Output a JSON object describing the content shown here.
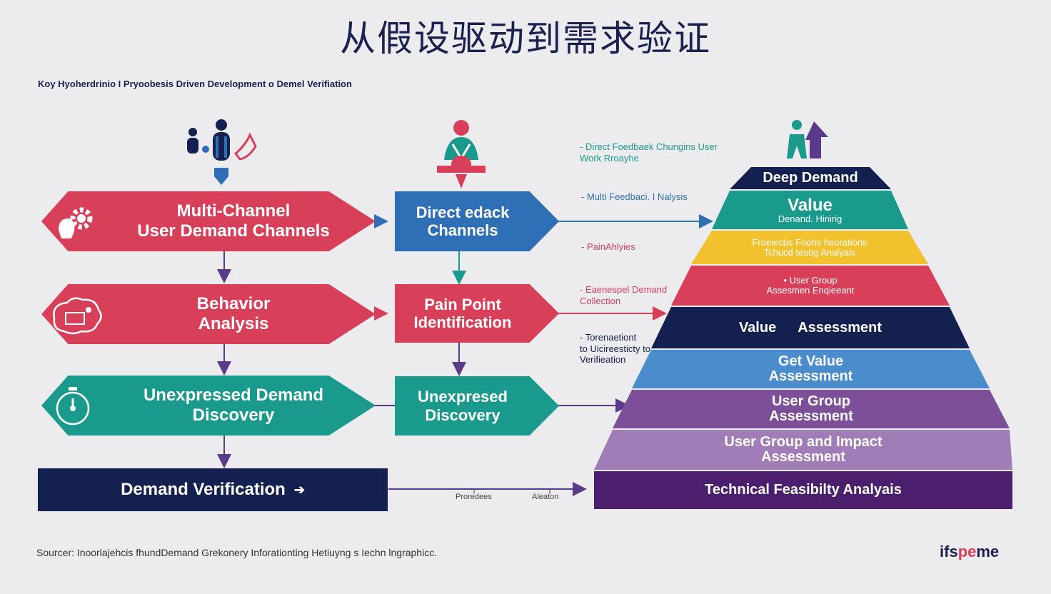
{
  "title": "从假设驱动到需求验证",
  "subtitle": "Koy Hyoherdrinio I Pryoobesis Driven Development o Demel Verifiation",
  "left_column": {
    "box1": {
      "line1": "Multi-Channel",
      "line2": "User Demand Channels"
    },
    "box2": {
      "line1": "Behavior",
      "line2": "Analysis"
    },
    "box3": {
      "line1": "Unexpressed Demand",
      "line2": "Discovery"
    },
    "box4": {
      "label": "Demand Verification",
      "arrow": "➔"
    }
  },
  "middle_column": {
    "box1": {
      "line1": "Direct edack",
      "line2": "Channels"
    },
    "box2": {
      "line1": "Pain Point",
      "line2": "Identification"
    },
    "box3": {
      "line1": "Unexpresed",
      "line2": "Discovery"
    }
  },
  "notes": {
    "n1": {
      "line1": "- Direct Foedbaek Chungins User",
      "line2": "Work Rroayhe"
    },
    "n2": {
      "line1": "- Multi Feedbaci. I Nalysis"
    },
    "n3": {
      "line1": "- PainAhlyies"
    },
    "n4": {
      "line1": "- Eaenespel Demand",
      "line2": "Collection"
    },
    "n5": {
      "line1": "- Torenaetiont",
      "line2": "to Uicireesticty to",
      "line3": "Verifieation"
    }
  },
  "bottom_labels": {
    "left": "Proredees",
    "right": "Aleaton"
  },
  "pyramid": [
    {
      "line1": "Deep Demand",
      "color": "#14204f"
    },
    {
      "line1": "Value",
      "line2": "Denand. Hinirig",
      "color": "#1a9a8c"
    },
    {
      "line1": "Froeiecbs Foohs heorations",
      "line2": "Tchucd teutig Analyais",
      "color": "#f2c12e"
    },
    {
      "line1": "• User Group",
      "line2": "Assesmen Enqieeant",
      "color": "#d8405a"
    },
    {
      "line1": "Value",
      "line2": "Assessment",
      "color": "#14204f"
    },
    {
      "line1": "Get Value",
      "line2": "Assessment",
      "color": "#4a8ccc"
    },
    {
      "line1": "User Group",
      "line2": "Assessment",
      "color": "#7d4f98"
    },
    {
      "line1": "User Group and Impact",
      "line2": "Assessment",
      "color": "#a17db8"
    },
    {
      "line1": "Technical Feasibilty Analyais",
      "color": "#4b1f6e"
    }
  ],
  "footer": "Sourcer: Inoorlajehcis fhundDemand Grekonery Inforationting Hetiuyng s Iechn lngraphicc.",
  "logo": {
    "part1": "ifs",
    "part2": "pe",
    "part3": "me"
  },
  "colors": {
    "red": "#d8405a",
    "blue": "#2f6fb6",
    "teal": "#1a9a8c",
    "navy": "#14204f",
    "purple": "#5b3a8c"
  }
}
